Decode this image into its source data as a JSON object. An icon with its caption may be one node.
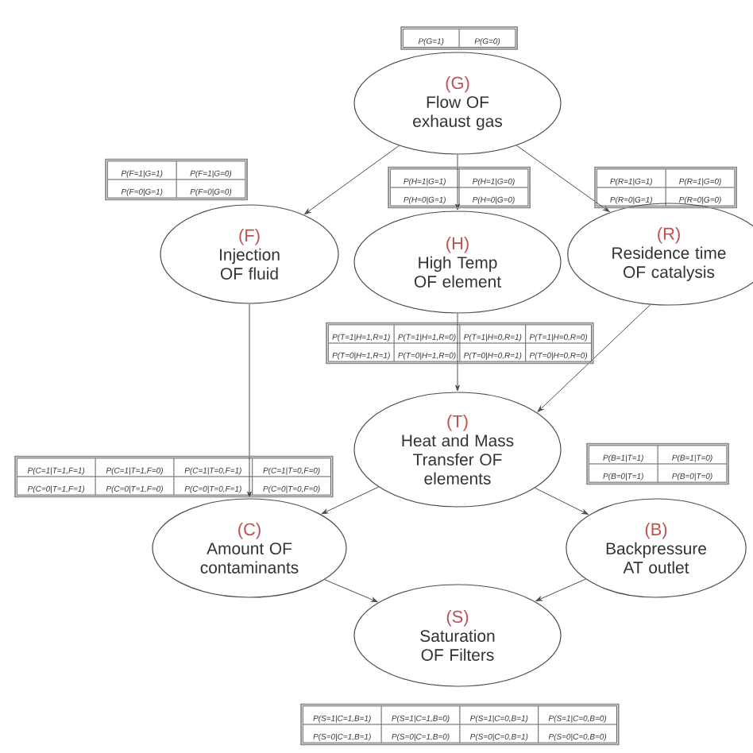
{
  "diagram": {
    "nodes": [
      {
        "text": [
          "(G)",
          "Flow OF exhaust gas"
        ],
        "beside": [
          "P(G=1)",
          "P(G=0)"
        ]
      },
      {
        "text": [
          "(F)",
          "Injection OF fluid"
        ],
        "beside": [
          "P(F=1|G=1)",
          "P(F=1|G=0)",
          "P(F=0|G=1)",
          "P(F=0|G=0)"
        ]
      },
      {
        "text": [
          "(H)",
          "High Temp OF element"
        ],
        "beside": [
          "P(H=1|G=1)",
          "P(H=1|G=0)",
          "P(H=0|G=1)",
          "P(H=0|G=0)"
        ]
      },
      {
        "text": [
          "(R)",
          "Residence time OF catalysis"
        ],
        "beside": [
          "P(R=1|G=1)",
          "P(R=1|G=0)",
          "P(R=0|G=1)",
          "P(R=0|G=0)"
        ]
      },
      {
        "text": [
          "(T)",
          "Heat and Mass Transfer OF elements"
        ],
        "beside": [
          "P(T=1|H=1,R=1)",
          "P(T=1|H=1,R=0)",
          "P(T=1|H=0,R=1)",
          "P(T=1|H=0,R=0)",
          "P(T=0|H=1,R=1)",
          "P(T=0|H=1,R=0)",
          "P(T=0|H=0,R=1)",
          "P(T=0|H=0,R=0)"
        ]
      },
      {
        "text": [
          "(C)",
          "Amount OF contaminants"
        ],
        "beside": [
          "P(C=1|T=1,F=1)",
          "P(C=1|T=1,F=0)",
          "P(C=1|T=0,F=1)",
          "P(C=1|T=0,F=0)",
          "P(C=0|T=1,F=1)",
          "P(C=0|T=1,F=0)",
          "P(C=0|T=0,F=1)",
          "P(C=0|T=0,F=0)"
        ]
      },
      {
        "text": [
          "(B)",
          "Backpressure AT outlet"
        ],
        "beside": [
          "P(B=1|T=1)",
          "P(B=1|T=0)",
          "P(B=0|T=1)",
          "P(B=0|T=0)"
        ]
      },
      {
        "text": [
          "(S)",
          "Saturation OF Filters"
        ],
        "beside": [
          "P(S=1|C=1,B=1)",
          "P(S=1|C=1,B=0)",
          "P(S=1|C=0,B=1)",
          "P(S=1|C=0,B=0)",
          "P(S=0|C=1,B=1)",
          "P(S=0|C=1,B=0)",
          "P(S=0|C=0,B=1)",
          "P(S=0|C=0,B=0)"
        ]
      }
    ],
    "edges": [
      {
        "from": 0,
        "to": 1,
        "arrow": "to"
      },
      {
        "from": 0,
        "to": 2,
        "arrow": "to"
      },
      {
        "from": 0,
        "to": 3,
        "arrow": "to"
      },
      {
        "from": 1,
        "to": 5,
        "arrow": "to"
      },
      {
        "from": 2,
        "to": 4,
        "arrow": "to"
      },
      {
        "from": 3,
        "to": 4,
        "arrow": "to"
      },
      {
        "from": 4,
        "to": 5,
        "arrow": "to"
      },
      {
        "from": 4,
        "to": 6,
        "arrow": "to"
      },
      {
        "from": 5,
        "to": 7,
        "arrow": "to"
      },
      {
        "from": 6,
        "to": 7,
        "arrow": "to"
      }
    ]
  }
}
